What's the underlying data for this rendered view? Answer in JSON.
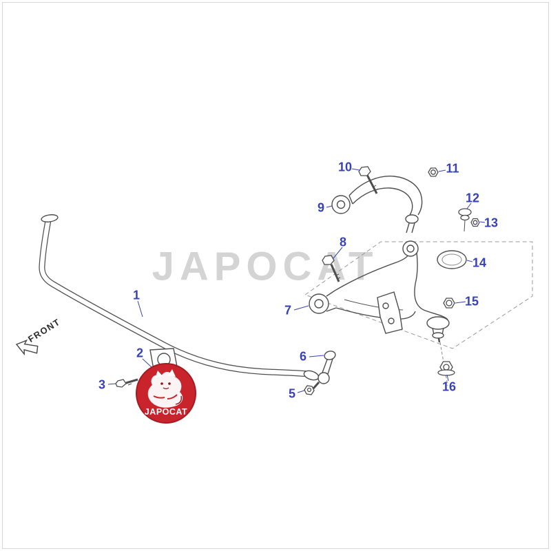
{
  "watermark": {
    "text": "JAPOCAT"
  },
  "logo": {
    "text": "JAPOCAT"
  },
  "front_label": {
    "text": "FRONT"
  },
  "callouts": [
    {
      "id": 1,
      "num": "1"
    },
    {
      "id": 2,
      "num": "2"
    },
    {
      "id": 3,
      "num": "3"
    },
    {
      "id": 5,
      "num": "5"
    },
    {
      "id": 6,
      "num": "6"
    },
    {
      "id": 7,
      "num": "7"
    },
    {
      "id": 8,
      "num": "8"
    },
    {
      "id": 9,
      "num": "9"
    },
    {
      "id": 10,
      "num": "10"
    },
    {
      "id": 11,
      "num": "11"
    },
    {
      "id": 12,
      "num": "12"
    },
    {
      "id": 13,
      "num": "13"
    },
    {
      "id": 14,
      "num": "14"
    },
    {
      "id": 15,
      "num": "15"
    },
    {
      "id": 16,
      "num": "16"
    }
  ],
  "colors": {
    "callout_blue": "#3642b5",
    "line_gray": "#4d4d4d",
    "logo_red": "#c9242c",
    "watermark_gray": "#d4d4d4"
  }
}
